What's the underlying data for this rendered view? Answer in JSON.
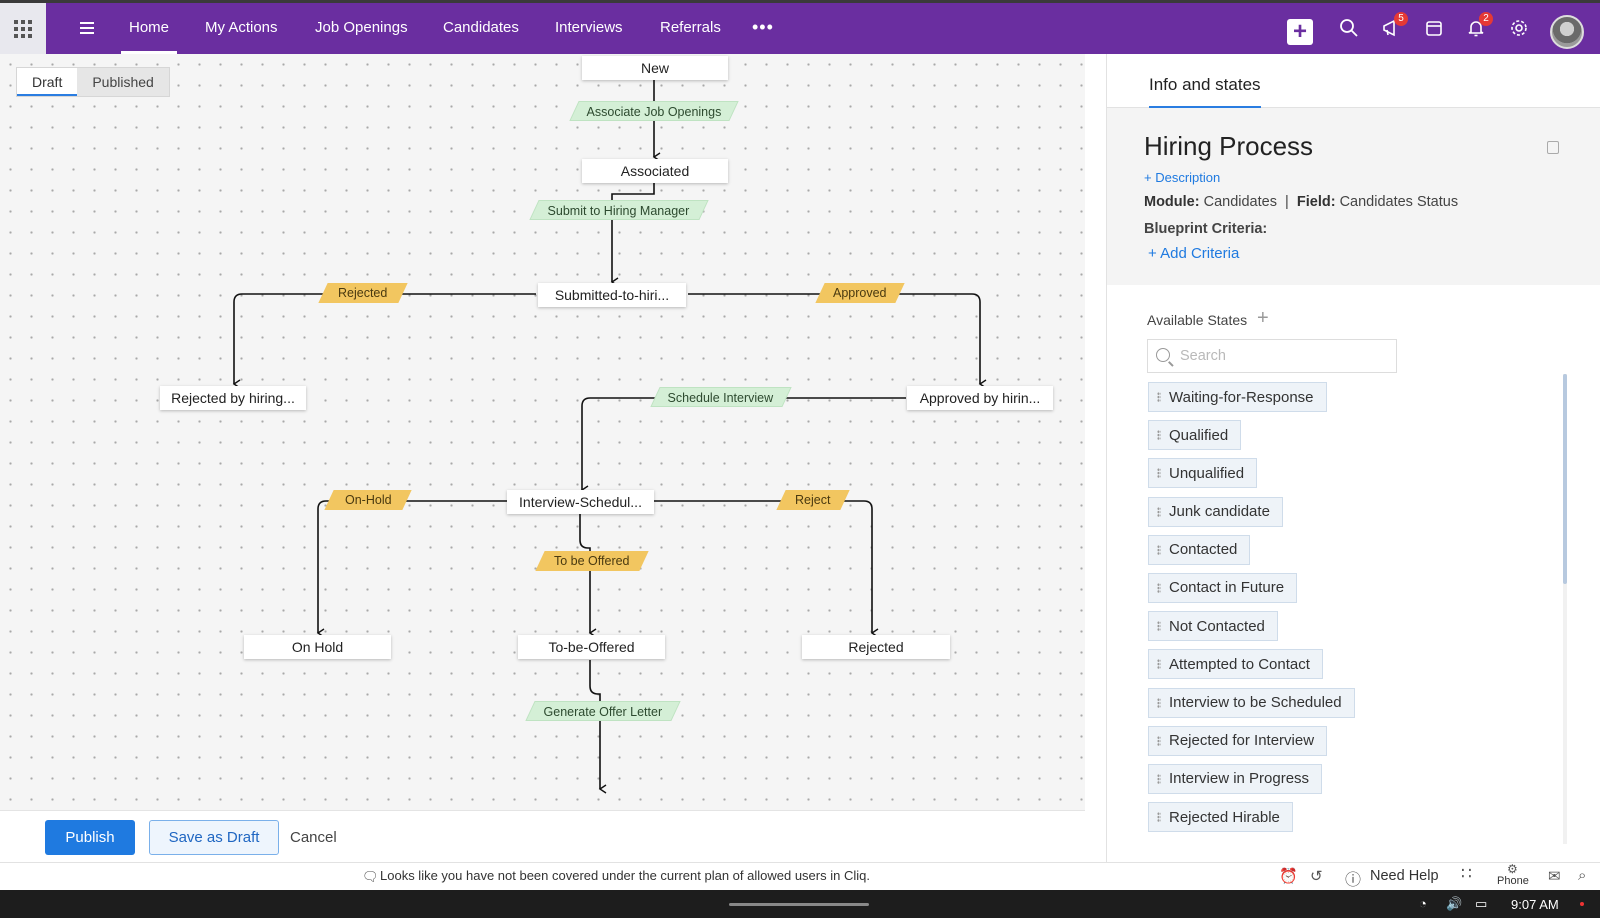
{
  "topnav": {
    "items": [
      "Home",
      "My Actions",
      "Job Openings",
      "Candidates",
      "Interviews",
      "Referrals"
    ],
    "more": "•••",
    "activity_badge": "5",
    "notifications_badge": "2",
    "brand_color": "#6a2ea0"
  },
  "canvas": {
    "tabs": [
      "Draft",
      "Published"
    ],
    "selected_tab": "Draft",
    "states": {
      "new": "New",
      "associated": "Associated",
      "submitted": "Submitted-to-hiri...",
      "rejected_hiring": "Rejected by hiring...",
      "approved_hiring": "Approved by hirin...",
      "interview_scheduled": "Interview-Schedul...",
      "on_hold": "On Hold",
      "to_be_offered": "To-be-Offered",
      "rejected": "Rejected"
    },
    "transitions": {
      "associate_job_openings": "Associate Job Openings",
      "submit_to_hiring_manager": "Submit to Hiring Manager",
      "rejected": "Rejected",
      "approved": "Approved",
      "schedule_interview": "Schedule Interview",
      "on_hold": "On-Hold",
      "reject": "Reject",
      "to_be_offered": "To be Offered",
      "generate_offer_letter": "Generate Offer Letter"
    },
    "colors": {
      "transition_green": "#d4efd6",
      "transition_yellow": "#f2c660"
    }
  },
  "actions": {
    "publish": "Publish",
    "save_draft": "Save as Draft",
    "cancel": "Cancel"
  },
  "panel": {
    "tab": "Info and states",
    "title": "Hiring Process",
    "add_description": "+ Description",
    "module_label": "Module:",
    "module_value": "Candidates",
    "separator": "|",
    "field_label": "Field:",
    "field_value": "Candidates Status",
    "criteria_label": "Blueprint Criteria:",
    "add_criteria": "+ Add Criteria",
    "available_states_label": "Available States",
    "search_placeholder": "Search",
    "available_states": [
      "Waiting-for-Response",
      "Qualified",
      "Unqualified",
      "Junk candidate",
      "Contacted",
      "Contact in Future",
      "Not Contacted",
      "Attempted to Contact",
      "Interview to be Scheduled",
      "Rejected for Interview",
      "Interview in Progress",
      "Rejected Hirable"
    ]
  },
  "statusbar": {
    "message": "Looks like you have not been covered under the current plan of allowed users in Cliq.",
    "need_help": "Need Help",
    "phone": "Phone"
  },
  "os": {
    "time": "9:07 AM"
  }
}
